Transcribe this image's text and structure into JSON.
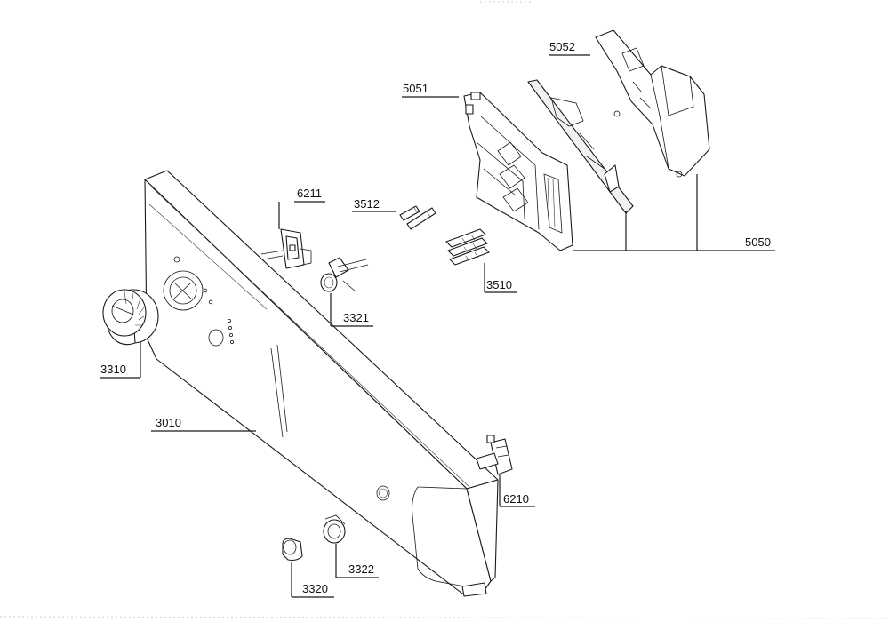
{
  "diagram": {
    "labels": [
      {
        "id": "5052",
        "text": "5052"
      },
      {
        "id": "5051",
        "text": "5051"
      },
      {
        "id": "6211",
        "text": "6211"
      },
      {
        "id": "3512",
        "text": "3512"
      },
      {
        "id": "5050",
        "text": "5050"
      },
      {
        "id": "3510",
        "text": "3510"
      },
      {
        "id": "3321",
        "text": "3321"
      },
      {
        "id": "3310",
        "text": "3310"
      },
      {
        "id": "3010",
        "text": "3010"
      },
      {
        "id": "6210",
        "text": "6210"
      },
      {
        "id": "3322",
        "text": "3322"
      },
      {
        "id": "3320",
        "text": "3320"
      }
    ]
  }
}
